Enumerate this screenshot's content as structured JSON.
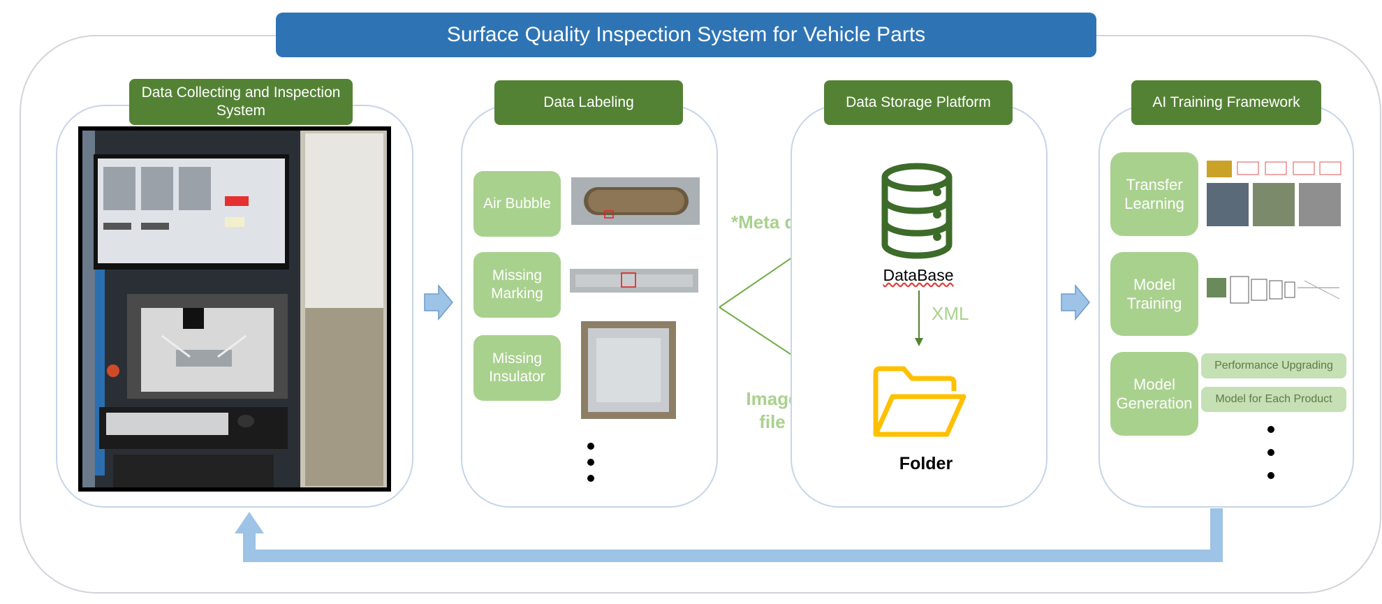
{
  "title": "Surface Quality Inspection System for Vehicle Parts",
  "panels": {
    "collect": {
      "header": "Data Collecting and Inspection System"
    },
    "label": {
      "header": "Data Labeling",
      "items": [
        "Air Bubble",
        "Missing Marking",
        "Missing Insulator"
      ]
    },
    "storage": {
      "header": "Data Storage Platform",
      "database_label": "DataBase",
      "xml_label": "XML",
      "folder_label": "Folder"
    },
    "ai": {
      "header": "AI Training Framework",
      "items": [
        "Transfer Learning",
        "Model Training",
        "Model Generation"
      ],
      "sub_items": [
        "Performance Upgrading",
        "Model for Each Product"
      ]
    }
  },
  "flows": {
    "meta": "*Meta data",
    "image": "Image file"
  },
  "colors": {
    "title_bg": "#2e74b5",
    "header_bg": "#548235",
    "label_bg": "#a9d18e",
    "arrow": "#9dc3e6",
    "flow_line": "#70ad47",
    "folder": "#ffc000"
  },
  "icons": [
    "database-icon",
    "folder-icon"
  ]
}
